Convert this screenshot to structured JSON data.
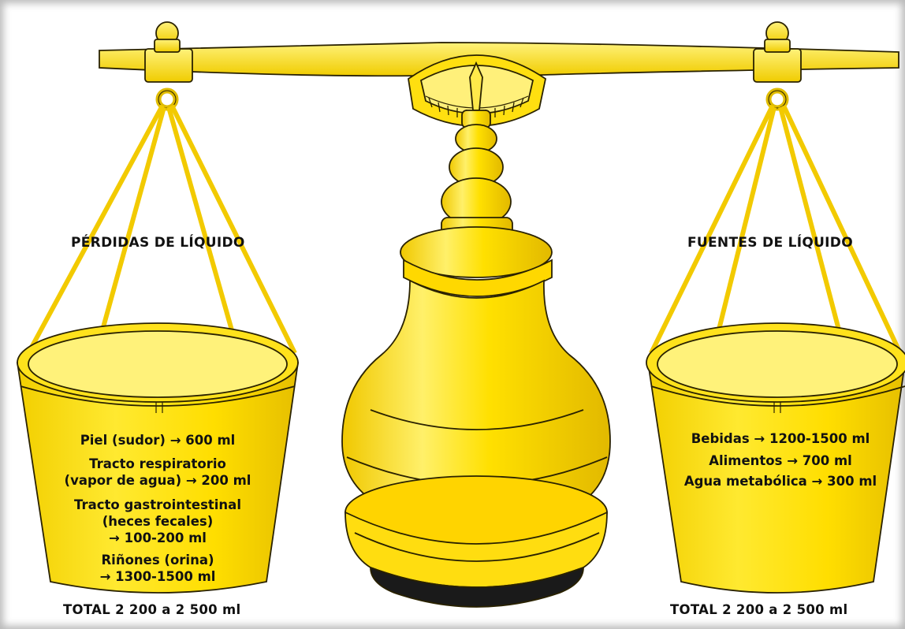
{
  "colors": {
    "gold_light": "#ffef5a",
    "gold": "#ffde00",
    "gold_dark": "#e8c200",
    "outline": "#2a2200",
    "base_black": "#1a1a1a"
  },
  "left": {
    "heading": "PÉRDIDAS DE LÍQUIDO",
    "items": [
      {
        "lines": [
          "Piel (sudor) → 600 ml"
        ]
      },
      {
        "lines": [
          "Tracto respiratorio",
          "(vapor de agua) → 200 ml"
        ]
      },
      {
        "lines": [
          "Tracto gastrointestinal",
          "(heces fecales)",
          "→  100-200 ml"
        ]
      },
      {
        "lines": [
          "Riñones (orina)",
          "→ 1300-1500 ml"
        ]
      }
    ],
    "total": "TOTAL 2 200 a 2 500 ml"
  },
  "right": {
    "heading": "FUENTES DE LÍQUIDO",
    "items": [
      {
        "lines": [
          "Bebidas → 1200-1500 ml"
        ]
      },
      {
        "lines": [
          "Alimentos → 700 ml"
        ]
      },
      {
        "lines": [
          "Agua metabólica → 300 ml"
        ]
      }
    ],
    "total": "TOTAL 2 200 a 2 500 ml"
  }
}
